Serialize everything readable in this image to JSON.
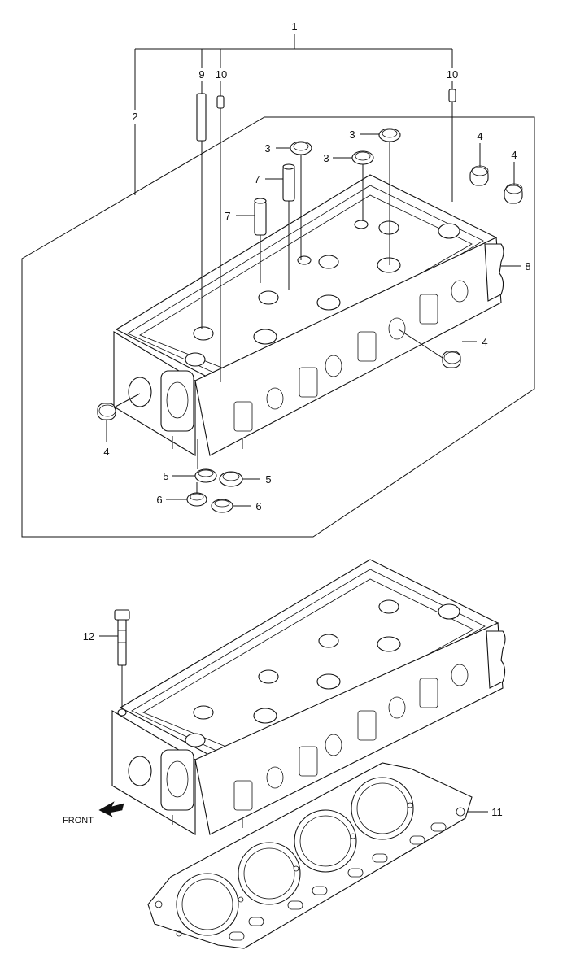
{
  "callouts": {
    "c1": "1",
    "c2": "2",
    "c3a": "3",
    "c3b": "3",
    "c3c": "3",
    "c4a": "4",
    "c4b": "4",
    "c4c": "4",
    "c4d": "4",
    "c5a": "5",
    "c5b": "5",
    "c6a": "6",
    "c6b": "6",
    "c7a": "7",
    "c7b": "7",
    "c8": "8",
    "c9": "9",
    "c10a": "10",
    "c10b": "10",
    "c11": "11",
    "c12": "12"
  },
  "front_label": "FRONT"
}
